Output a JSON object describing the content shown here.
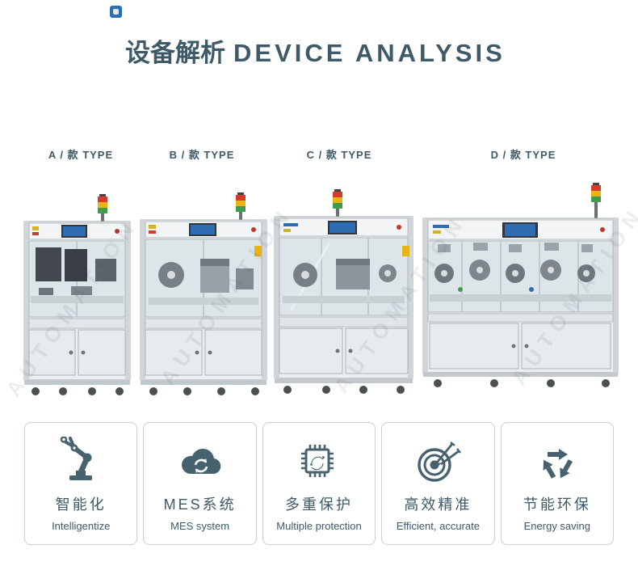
{
  "page": {
    "title_cn": "设备解析",
    "title_en": "DEVICE ANALYSIS",
    "watermark": "AUTOMATION"
  },
  "colors": {
    "accent": "#3e5a68",
    "logo_blue": "#2f6eb5",
    "lamp_red": "#d63a2f",
    "lamp_yellow": "#e7b416",
    "lamp_green": "#3f9e4d",
    "screen_blue": "#2e6cb3"
  },
  "types": [
    {
      "label": "A / 款 TYPE"
    },
    {
      "label": "B / 款 TYPE"
    },
    {
      "label": "C / 款 TYPE"
    },
    {
      "label": "D / 款 TYPE"
    }
  ],
  "features": [
    {
      "icon": "robot-arm-icon",
      "cn": "智能化",
      "en": "Intelligentize"
    },
    {
      "icon": "cloud-sync-icon",
      "cn": "MES系统",
      "en": "MES system"
    },
    {
      "icon": "chip-protect-icon",
      "cn": "多重保护",
      "en": "Multiple protection"
    },
    {
      "icon": "target-darts-icon",
      "cn": "高效精准",
      "en": "Efficient, accurate"
    },
    {
      "icon": "recycle-icon",
      "cn": "节能环保",
      "en": "Energy saving"
    }
  ]
}
